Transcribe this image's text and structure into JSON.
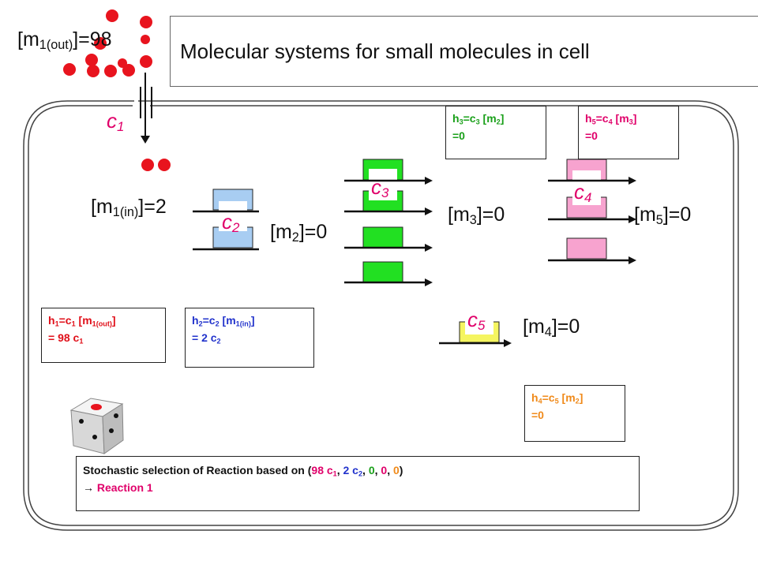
{
  "title": "Molecular systems for small molecules in cell",
  "m1_out": {
    "lead": "[m",
    "sub": "1(out)",
    "tail": "]=98"
  },
  "m1_in": {
    "lead": "[m",
    "sub": "1(in)",
    "tail": "]=2"
  },
  "m2": {
    "lead": "[m",
    "sub": "2",
    "tail": "]=0"
  },
  "m3": {
    "lead": "[m",
    "sub": "3",
    "tail": "]=0"
  },
  "m4": {
    "lead": "[m",
    "sub": "4",
    "tail": "]=0"
  },
  "m5": {
    "lead": "[m",
    "sub": "5",
    "tail": "]=0"
  },
  "channels": {
    "c1": {
      "c": "c",
      "n": "1"
    },
    "c2": {
      "c": "c",
      "n": "2"
    },
    "c3": {
      "c": "c",
      "n": "3"
    },
    "c4": {
      "c": "c",
      "n": "4"
    },
    "c5": {
      "c": "c",
      "n": "5"
    }
  },
  "h1": {
    "a": "h",
    "a_sub": "1",
    "b": "=c",
    "b_sub": "1",
    "c": " [m",
    "c_sub": "1(out)",
    "d": "]",
    "line2": "= 98 c",
    "line2_sub": "1"
  },
  "h2": {
    "a": "h",
    "a_sub": "2",
    "b": "=c",
    "b_sub": "2",
    "c": " [m",
    "c_sub": "1(in)",
    "d": "]",
    "line2": "= 2 c",
    "line2_sub": "2"
  },
  "h3": {
    "a": "h",
    "a_sub": "3",
    "b": "=c",
    "b_sub": "3",
    "c": " [m",
    "c_sub": "2",
    "d": "]",
    "line2": "=0"
  },
  "h4": {
    "a": "h",
    "a_sub": "4",
    "b": "=c",
    "b_sub": "5",
    "c": " [m",
    "c_sub": "2",
    "d": "]",
    "line2": "=0"
  },
  "h5": {
    "a": "h",
    "a_sub": "5",
    "b": "=c",
    "b_sub": "4",
    "c": " [m",
    "c_sub": "3",
    "d": "]",
    "line2": "=0"
  },
  "selection": {
    "prefix": "Stochastic selection of Reaction based on (",
    "v1": "98 c",
    "v1_sub": "1",
    "sep1": ", ",
    "v2": "2 c",
    "v2_sub": "2",
    "sep2": ", ",
    "v3": "0",
    "sep3": ", ",
    "v4": "0",
    "sep4": ", ",
    "v5": "0",
    "suffix": ")",
    "arrow": "→",
    "result": "Reaction 1"
  },
  "colors": {
    "red": "#e0101a",
    "blue_channel": "#a8cdf2",
    "green_channel": "#22e022",
    "pink_channel": "#f7a3cf",
    "yellow_channel": "#f5f560",
    "label_pink": "#e0006a"
  },
  "icons": {
    "dice": "dice-icon"
  }
}
